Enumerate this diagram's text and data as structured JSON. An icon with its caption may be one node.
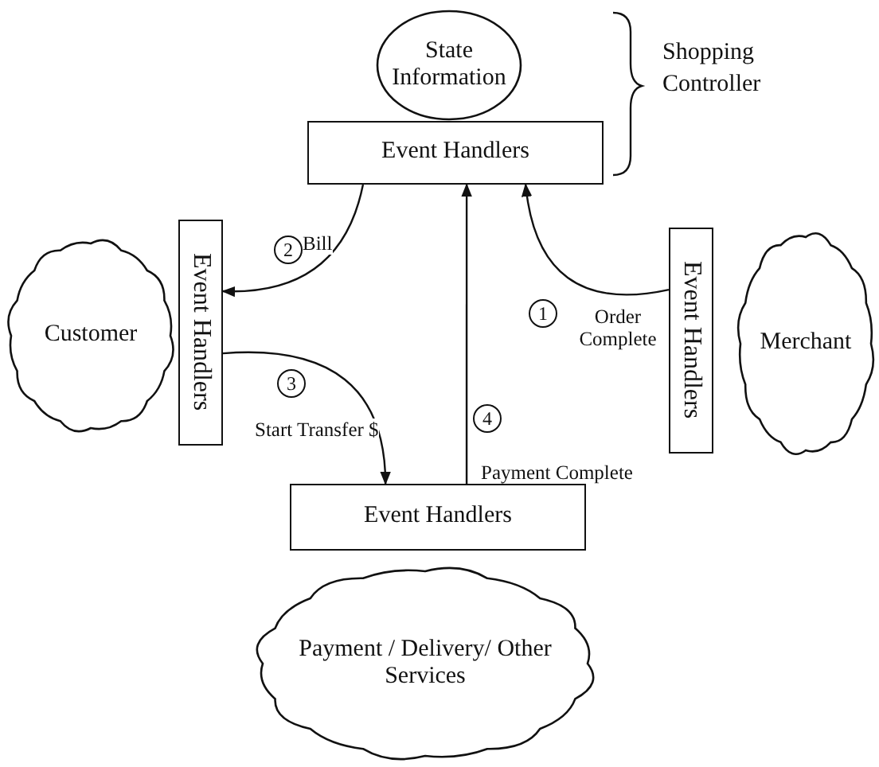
{
  "diagram": {
    "nodes": [
      {
        "text": [
          "State Information"
        ]
      },
      {
        "text": [
          "Event Handlers"
        ]
      },
      {
        "text": [
          "Customer"
        ]
      },
      {
        "text": [
          "Event Handlers"
        ]
      },
      {
        "text": [
          "Event Handlers"
        ]
      },
      {
        "text": [
          "Merchant"
        ]
      },
      {
        "text": [
          "Event Handlers"
        ]
      },
      {
        "text": [
          "Payment / Delivery/ Other Services"
        ]
      }
    ],
    "edges": [
      {
        "from": 4,
        "to": 1,
        "arrow": "to",
        "label": "Order Complete"
      },
      {
        "from": 1,
        "to": 3,
        "arrow": "to",
        "label": "Bill"
      },
      {
        "from": 3,
        "to": 6,
        "arrow": "to",
        "label": "Start Transfer $"
      },
      {
        "from": 6,
        "to": 1,
        "arrow": "to",
        "label": "Payment Complete"
      }
    ],
    "labels": [
      "Shopping Controller",
      "2",
      "1",
      "3",
      "4"
    ]
  }
}
